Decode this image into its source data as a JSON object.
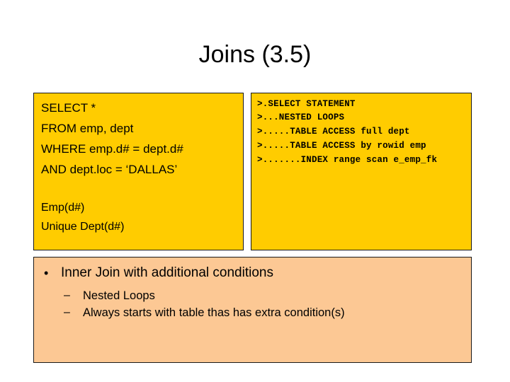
{
  "slide": {
    "title": "Joins (3.5)",
    "background_color": "#FFFFFF"
  },
  "colors": {
    "sql_box_fill": "#FFCC00",
    "plan_box_fill": "#FFCC00",
    "notes_box_fill": "#FCC894",
    "box_border": "#1A1A1A",
    "text": "#000000"
  },
  "sql_box": {
    "query_lines": [
      "SELECT *",
      "FROM emp, dept",
      "WHERE emp.d# = dept.d#",
      "AND dept.loc = ‘DALLAS’"
    ],
    "notes": [
      "Emp(d#)",
      "Unique Dept(d#)"
    ]
  },
  "plan_box": {
    "lines": [
      ">.SELECT STATEMENT",
      ">...NESTED LOOPS",
      ">.....TABLE ACCESS full dept",
      ">.....TABLE ACCESS by rowid emp",
      ">.......INDEX range scan e_emp_fk"
    ]
  },
  "notes_box": {
    "bullet_marker": "•",
    "bullet": "Inner Join with additional conditions",
    "dash_marker": "–",
    "sub_bullets": [
      "Nested Loops",
      "Always starts with table thas has extra condition(s)"
    ]
  }
}
